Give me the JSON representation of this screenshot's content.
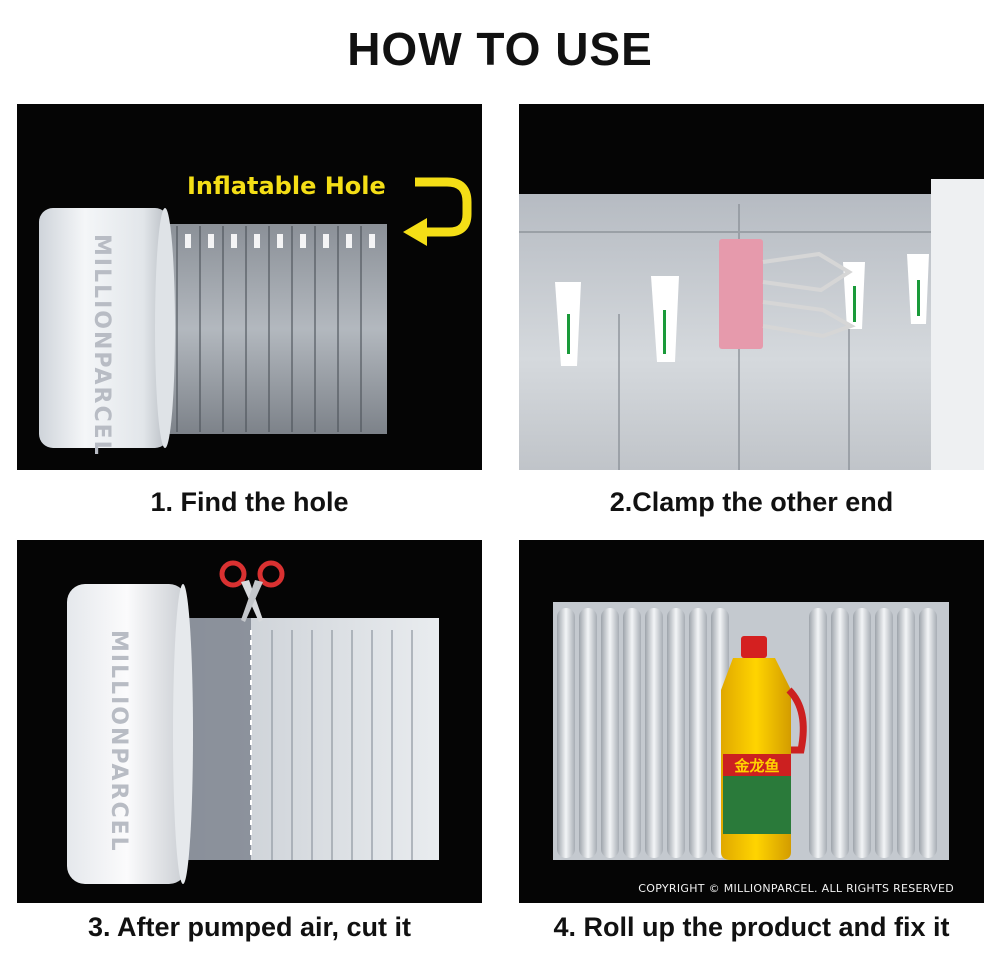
{
  "title": "HOW TO USE",
  "steps": [
    {
      "caption": "1. Find the hole",
      "label": "Inflatable Hole",
      "roll_text": "MILLIONPARCEL"
    },
    {
      "caption": "2.Clamp the other end"
    },
    {
      "caption": "3. After pumped air, cut it",
      "roll_text": "MILLIONPARCEL"
    },
    {
      "caption": "4. Roll up the product and fix it",
      "copyright": "COPYRIGHT © MILLIONPARCEL. ALL RIGHTS RESERVED",
      "bottle_label": "金龙鱼"
    }
  ],
  "colors": {
    "panel_bg": "#050505",
    "accent_yellow": "#f4de16",
    "clip_pink": "#e69aac",
    "marker_green": "#1a9a3a"
  },
  "icons": [
    "curved-arrow-icon",
    "scissors-icon",
    "binder-clip-icon"
  ]
}
